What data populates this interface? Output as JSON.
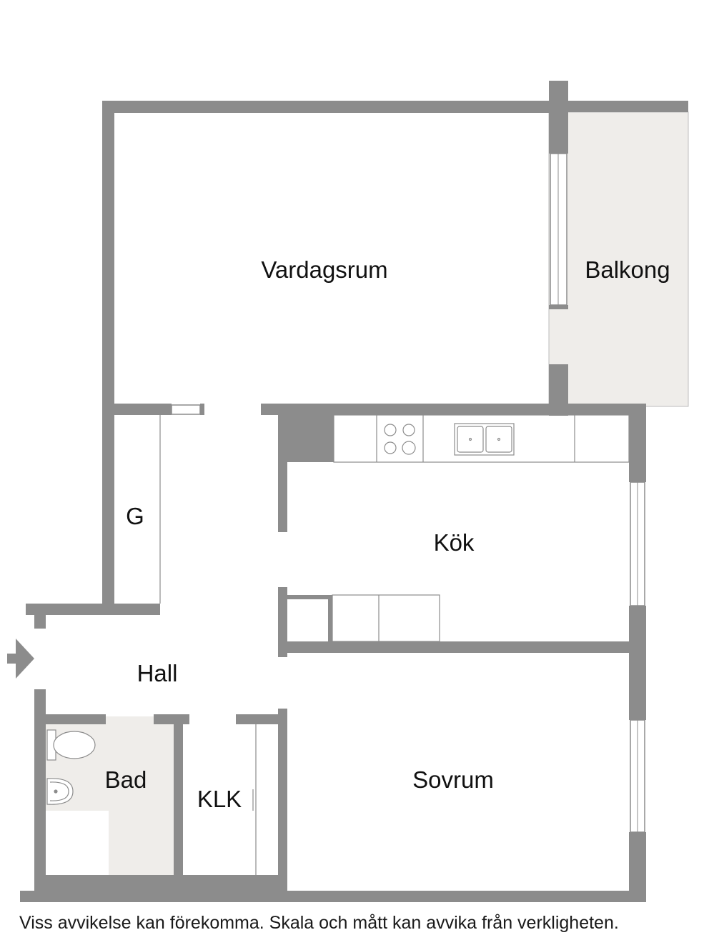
{
  "colors": {
    "wall": "#8c8c8c",
    "floor": "#ffffff",
    "wet_floor": "#efedea",
    "fixture_stroke": "#8c8c8c",
    "text": "#111111"
  },
  "rooms": {
    "vardagsrum": "Vardagsrum",
    "balkong": "Balkong",
    "garderob": "G",
    "kok": "Kök",
    "hall": "Hall",
    "bad": "Bad",
    "klk": "KLK",
    "sovrum": "Sovrum"
  },
  "icons": {
    "entrance": "entrance-arrow-icon",
    "stove": "stove-icon",
    "sink": "double-sink-icon",
    "toilet": "toilet-icon",
    "washbasin": "washbasin-icon"
  },
  "disclaimer": "Viss avvikelse kan förekomma. Skala och mått kan avvika från verkligheten."
}
